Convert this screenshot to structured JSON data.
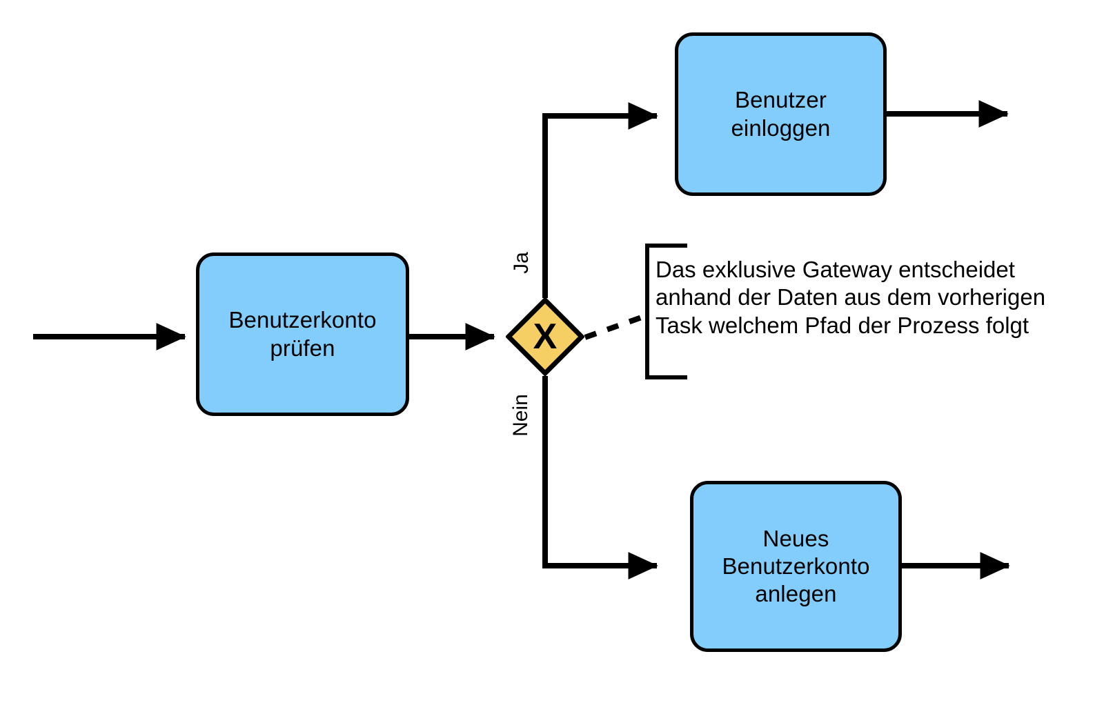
{
  "diagram": {
    "type": "bpmn-process-fragment",
    "language": "de",
    "background_color": "#ffffff",
    "task_fill_color": "#82cdfb",
    "gateway_fill_color": "#f5cf64",
    "stroke_color": "#000000"
  },
  "tasks": [
    {
      "id": "check-account",
      "label": "Benutzerkonto\nprüfen",
      "name": "task-benutzerkonto-pruefen"
    },
    {
      "id": "login-user",
      "label": "Benutzer\neinloggen",
      "name": "task-benutzer-einloggen"
    },
    {
      "id": "create-account",
      "label": "Neues\nBenutzerkonto\nanlegen",
      "name": "task-neues-benutzerkonto-anlegen"
    }
  ],
  "gateway": {
    "id": "exclusive-gateway",
    "symbol": "X",
    "kind": "exclusive",
    "fill": "#f5cf64"
  },
  "flow_labels": {
    "yes": "Ja",
    "no": "Nein"
  },
  "annotation": {
    "text": "Das exklusive Gateway entscheidet anhand der Daten aus dem vorherigen Task welchem Pfad der Prozess folgt"
  }
}
